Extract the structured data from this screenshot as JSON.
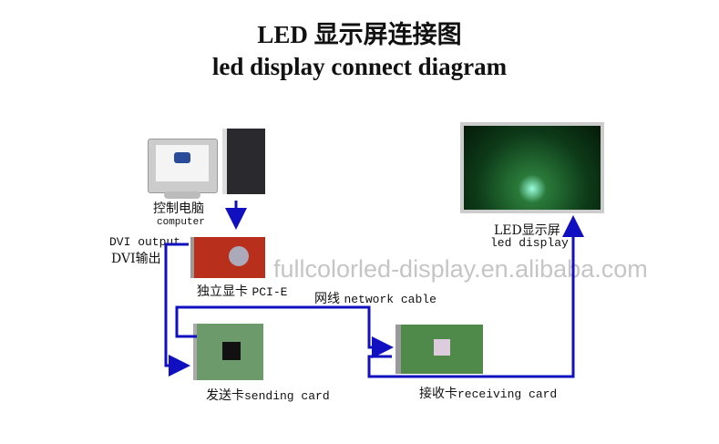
{
  "title_cn": "LED 显示屏连接图",
  "title_en": "led display connect diagram",
  "watermark": "fullcolorled-display.en.alibaba.com",
  "labels": {
    "computer_cn": "控制电脑",
    "computer_en": "computer",
    "dvi_en": "DVI output",
    "dvi_cn": "DVI输出",
    "gpu_cn": "独立显卡",
    "gpu_en": "PCI-E",
    "net_cn": "网线",
    "net_en": "network cable",
    "send_cn": "发送卡",
    "send_en": "sending card",
    "recv_cn": "接收卡",
    "recv_en": "receiving card",
    "led_cn": "LED显示屏",
    "led_en": "led display"
  },
  "colors": {
    "arrow": "#1010c0",
    "pcb_red": "#b8301c",
    "pcb_green": "#4a8a4a"
  }
}
